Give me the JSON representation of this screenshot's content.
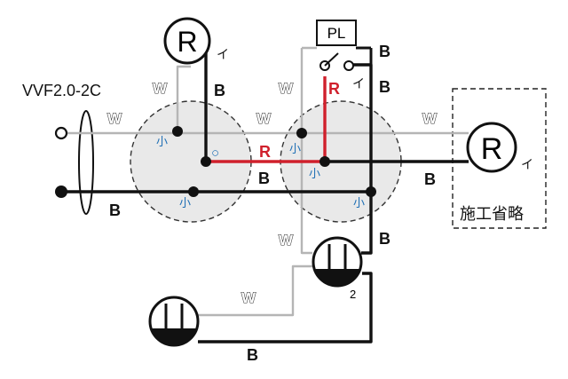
{
  "diagram": {
    "cable_label": "VVF2.0-2C",
    "wire_black": "B",
    "wire_white": "W",
    "wire_red": "R",
    "lamp_symbol": "R",
    "lamp_marker": "イ",
    "switch_marker": "イ",
    "pilot_lamp": "PL",
    "sleeve_small": "小",
    "sleeve_ring": "○",
    "outlet_count": "2",
    "omitted_note": "施工省略"
  },
  "colors": {
    "black_wire": "#111111",
    "white_wire": "#b5b5b5",
    "red_wire": "#d0202c",
    "junction_fill": "#e9e9e9",
    "sleeve_text": "#1e6fb5"
  }
}
